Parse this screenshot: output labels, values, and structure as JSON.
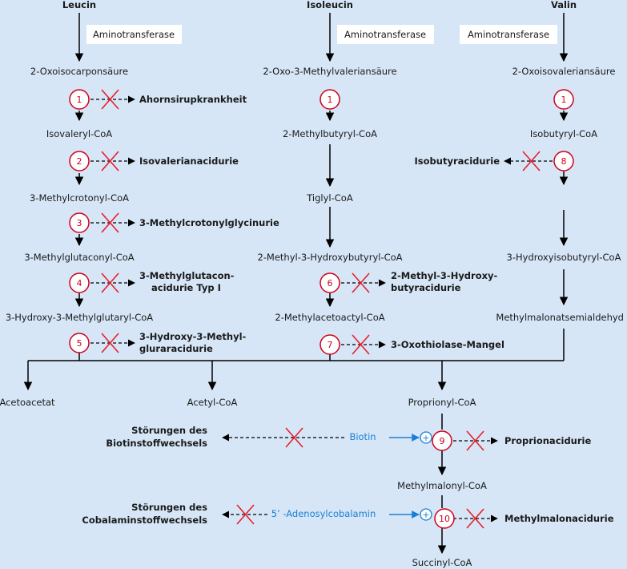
{
  "headers": {
    "leucin": "Leucin",
    "isoleucin": "Isoleucin",
    "valin": "Valin"
  },
  "enzyme": "Aminotransferase",
  "leucin": {
    "m1": "2-Oxoisocarponsäure",
    "m2": "Isovaleryl-CoA",
    "m3": "3-Methylcrotonyl-CoA",
    "m4": "3-Methylglutaconyl-CoA",
    "m5": "3-Hydroxy-3-Methylglutaryl-CoA"
  },
  "isoleucin": {
    "m1": "2-Oxo-3-Methylvaleriansäure",
    "m2": "2-Methylbutyryl-CoA",
    "m3": "Tiglyl-CoA",
    "m4": "2-Methyl-3-Hydroxybutyryl-CoA",
    "m5": "2-Methylacetoactyl-CoA"
  },
  "valin": {
    "m1": "2-Oxoisovaleriansäure",
    "m2": "Isobutyryl-CoA",
    "m3": "3-Hydroxyisobutyryl-CoA",
    "m4": "Methylmalonatsemialdehyd"
  },
  "products": {
    "acetoacetat": "Acetoacetat",
    "acetyl_coa": "Acetyl-CoA",
    "proprionyl_coa": "Proprionyl-CoA",
    "methylmalonyl_coa": "Methylmalonyl-CoA",
    "succinyl_coa": "Succinyl-CoA"
  },
  "diseases": {
    "d1": "Ahornsirupkrankheit",
    "d2": "Isovalerianacidurie",
    "d3": "3-Methylcrotonylglycinurie",
    "d4a": "3-Methylglutacon-",
    "d4b": "acidurie Typ I",
    "d5a": "3-Hydroxy-3-Methyl-",
    "d5b": "gluraracidurie",
    "d6a": "2-Methyl-3-Hydroxy-",
    "d6b": "butyracidurie",
    "d7": "3-Oxothiolase-Mangel",
    "d8": "Isobutyracidurie",
    "d9": "Proprionacidurie",
    "d10": "Methylmalonacidurie"
  },
  "disorders": {
    "biotin_a": "Störungen des",
    "biotin_b": "Biotinstoffwechsels",
    "cobal_a": "Störungen des",
    "cobal_b": "Cobalaminstoffwechsels"
  },
  "cofactors": {
    "biotin": "Biotin",
    "adenosylcobalamin": "5’ -Adenosylcobalamin"
  },
  "steps": [
    "1",
    "2",
    "3",
    "4",
    "5",
    "1",
    "6",
    "7",
    "1",
    "8",
    "9",
    "10"
  ],
  "plus": "+",
  "colors": {
    "background": "#d6e6f7",
    "step_ring": "#d0021b",
    "cross": "#e8202a",
    "cofactor": "#1a7fd4"
  }
}
